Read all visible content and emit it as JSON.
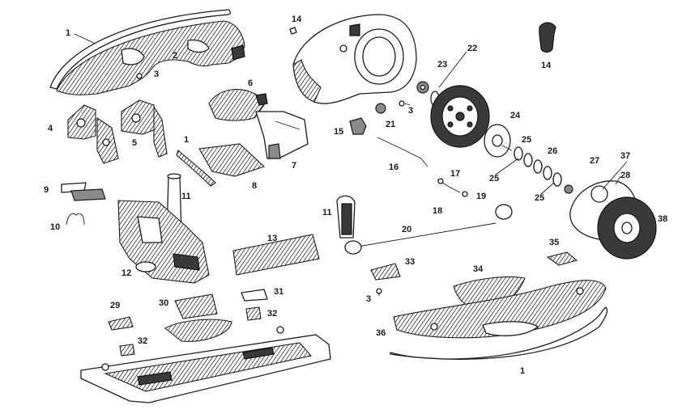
{
  "diagram": {
    "parts": [
      {
        "id": "lbl-1a",
        "text": "1"
      },
      {
        "id": "lbl-2",
        "text": "2"
      },
      {
        "id": "lbl-3a",
        "text": "3"
      },
      {
        "id": "lbl-4",
        "text": "4"
      },
      {
        "id": "lbl-5",
        "text": "5"
      },
      {
        "id": "lbl-6",
        "text": "6"
      },
      {
        "id": "lbl-1b",
        "text": "1"
      },
      {
        "id": "lbl-7",
        "text": "7"
      },
      {
        "id": "lbl-8",
        "text": "8"
      },
      {
        "id": "lbl-9",
        "text": "9"
      },
      {
        "id": "lbl-10",
        "text": "10"
      },
      {
        "id": "lbl-11a",
        "text": "11"
      },
      {
        "id": "lbl-12",
        "text": "12"
      },
      {
        "id": "lbl-13",
        "text": "13"
      },
      {
        "id": "lbl-14a",
        "text": "14"
      },
      {
        "id": "lbl-14b",
        "text": "14"
      },
      {
        "id": "lbl-15",
        "text": "15"
      },
      {
        "id": "lbl-16",
        "text": "16"
      },
      {
        "id": "lbl-17",
        "text": "17"
      },
      {
        "id": "lbl-18",
        "text": "18"
      },
      {
        "id": "lbl-19",
        "text": "19"
      },
      {
        "id": "lbl-20",
        "text": "20"
      },
      {
        "id": "lbl-21",
        "text": "21"
      },
      {
        "id": "lbl-22",
        "text": "22"
      },
      {
        "id": "lbl-23",
        "text": "23"
      },
      {
        "id": "lbl-3b",
        "text": "3"
      },
      {
        "id": "lbl-24",
        "text": "24"
      },
      {
        "id": "lbl-25a",
        "text": "25"
      },
      {
        "id": "lbl-25b",
        "text": "25"
      },
      {
        "id": "lbl-25c",
        "text": "25"
      },
      {
        "id": "lbl-26",
        "text": "26"
      },
      {
        "id": "lbl-27",
        "text": "27"
      },
      {
        "id": "lbl-28",
        "text": "28"
      },
      {
        "id": "lbl-37",
        "text": "37"
      },
      {
        "id": "lbl-38",
        "text": "38"
      },
      {
        "id": "lbl-11b",
        "text": "11"
      },
      {
        "id": "lbl-33",
        "text": "33"
      },
      {
        "id": "lbl-34",
        "text": "34"
      },
      {
        "id": "lbl-35",
        "text": "35"
      },
      {
        "id": "lbl-3c",
        "text": "3"
      },
      {
        "id": "lbl-36",
        "text": "36"
      },
      {
        "id": "lbl-1c",
        "text": "1"
      },
      {
        "id": "lbl-29",
        "text": "29"
      },
      {
        "id": "lbl-30",
        "text": "30"
      },
      {
        "id": "lbl-31",
        "text": "31"
      },
      {
        "id": "lbl-32a",
        "text": "32"
      },
      {
        "id": "lbl-32b",
        "text": "32"
      }
    ]
  }
}
